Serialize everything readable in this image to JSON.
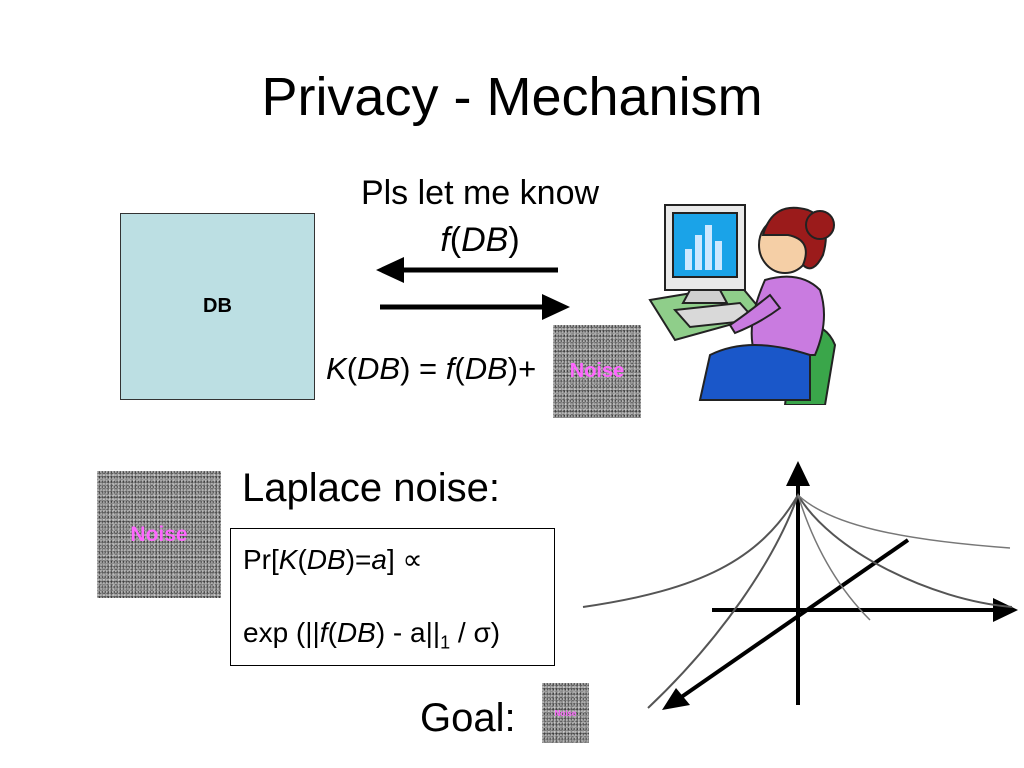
{
  "slide": {
    "title": "Privacy - Mechanism",
    "db_label": "DB",
    "request_line1": "Pls let me know",
    "request_func": "f",
    "request_arg": "DB",
    "mechanism": {
      "k": "K",
      "db1": "DB",
      "eq": "=",
      "f": "f",
      "db2": "DB",
      "plus": "+"
    },
    "noise_label": "Noise",
    "laplace_label": "Laplace noise:",
    "formula": {
      "pr": "Pr[",
      "k": "K",
      "db": "DB",
      "eq_a": "=",
      "a": "a",
      "close": "]",
      "prop": "∝",
      "exp": "exp (||",
      "f": "f",
      "db2": "DB",
      "minus": ") - a||",
      "sub": "1",
      "sigma": " / σ)"
    },
    "goal_label": "Goal:"
  },
  "colors": {
    "db_fill": "#bcdfe3",
    "noise_text": "#ff66ff"
  },
  "icons": {
    "user": "person-at-computer-icon"
  }
}
